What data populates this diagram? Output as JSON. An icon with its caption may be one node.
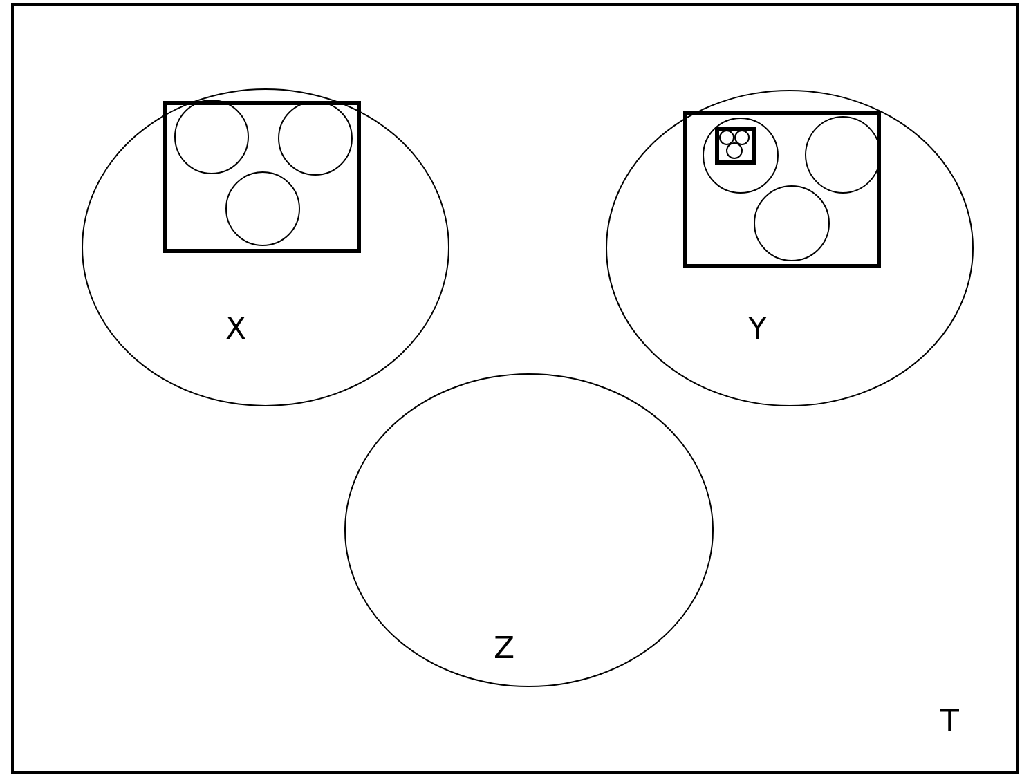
{
  "diagram": {
    "nodes": [
      {
        "text": [
          "T"
        ]
      },
      {
        "text": [
          "X"
        ],
        "in": 0
      },
      {
        "text": [],
        "shape": "box",
        "in": 1
      },
      {
        "text": [],
        "shape": "circle",
        "in": 2
      },
      {
        "text": [],
        "shape": "circle",
        "in": 2
      },
      {
        "text": [],
        "shape": "circle",
        "in": 2
      },
      {
        "text": [
          "Y"
        ],
        "in": 0
      },
      {
        "text": [],
        "shape": "box",
        "in": 6
      },
      {
        "text": [],
        "shape": "circle",
        "in": 7
      },
      {
        "text": [],
        "shape": "box",
        "in": 8
      },
      {
        "text": [],
        "shape": "circle",
        "in": 9
      },
      {
        "text": [],
        "shape": "circle",
        "in": 9
      },
      {
        "text": [],
        "shape": "circle",
        "in": 9
      },
      {
        "text": [],
        "shape": "circle",
        "in": 7
      },
      {
        "text": [],
        "shape": "circle",
        "in": 7
      },
      {
        "text": [
          "Z"
        ],
        "in": 0
      }
    ],
    "edges": []
  }
}
